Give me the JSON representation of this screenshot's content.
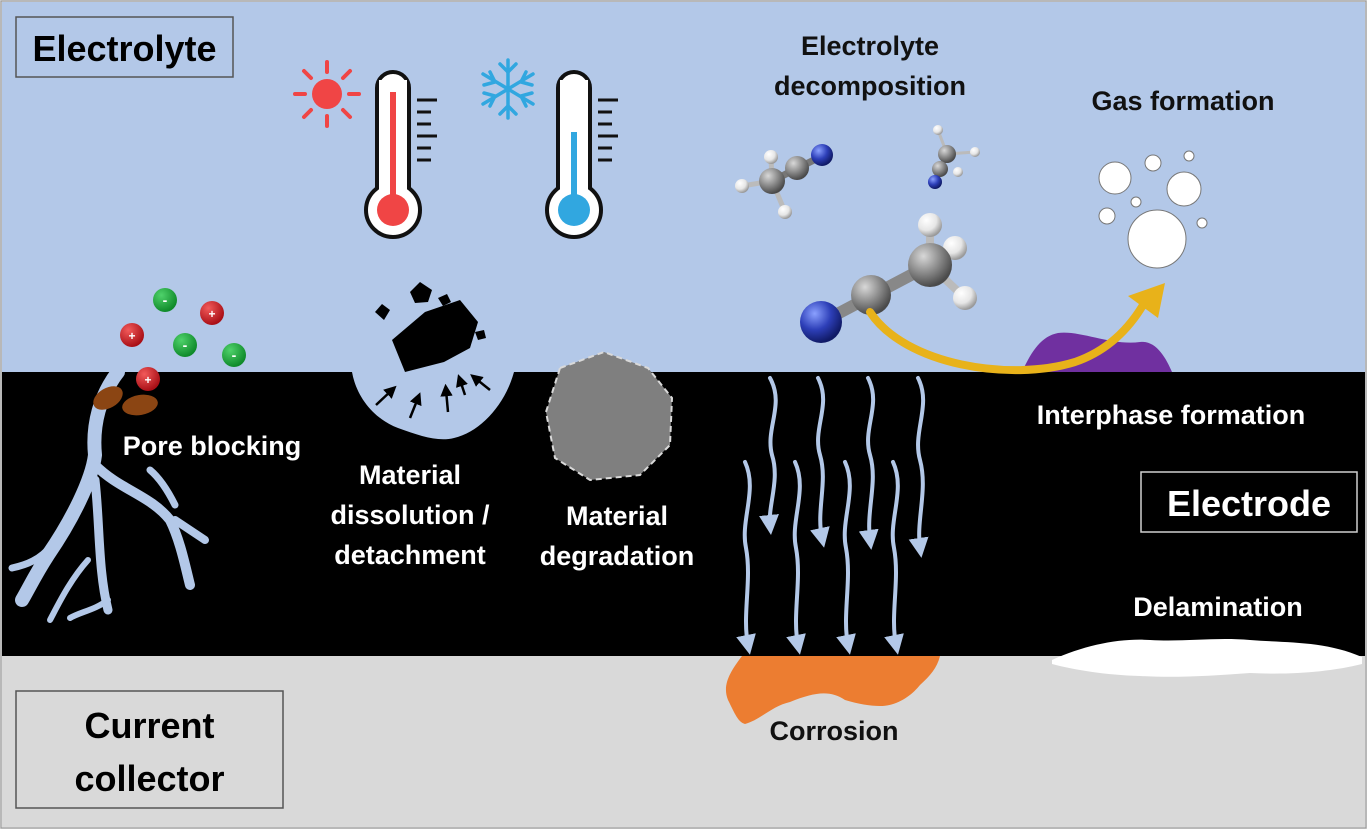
{
  "regions": {
    "electrolyte": "Electrolyte",
    "electrode": "Electrode",
    "current_collector": [
      "Current",
      "collector"
    ]
  },
  "processes": {
    "pore_blocking": "Pore blocking",
    "material_dissolution": [
      "Material",
      "dissolution /",
      "detachment"
    ],
    "material_degradation": [
      "Material",
      "degradation"
    ],
    "electrolyte_decomposition": [
      "Electrolyte",
      "decomposition"
    ],
    "gas_formation": "Gas formation",
    "interphase_formation": "Interphase formation",
    "delamination": "Delamination",
    "corrosion": "Corrosion"
  },
  "ion_signs": {
    "cation": "+",
    "anion": "-"
  },
  "icons": {
    "hot": "sun-icon",
    "hot_thermometer": "thermometer-hot-icon",
    "cold": "snowflake-icon",
    "cold_thermometer": "thermometer-cold-icon"
  },
  "colors": {
    "electrolyte_bg": "#b3c8e8",
    "electrode_bg": "#000000",
    "collector_bg": "#d9d9d9",
    "hot_red": "#f04545",
    "cold_blue": "#31a7e0",
    "cation_red": "#c0161d",
    "anion_green": "#1aa63a",
    "corrosion_orange": "#ec7d31",
    "interphase_purple": "#7030a0",
    "arrow_gold": "#e8b21a",
    "degradation_gray": "#7f7f7f"
  }
}
